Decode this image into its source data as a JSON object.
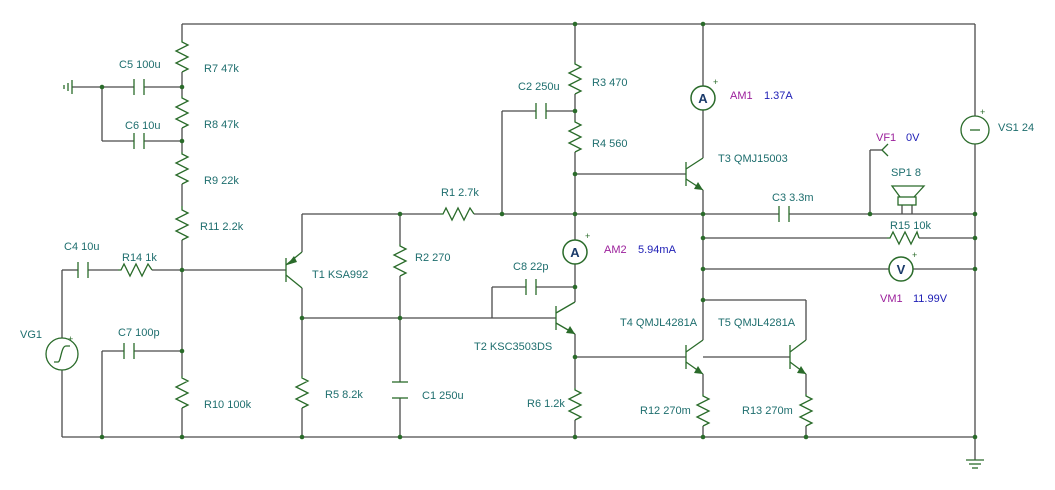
{
  "components": {
    "R7": "R7 47k",
    "R8": "R8 47k",
    "R9": "R9 22k",
    "R11": "R11 2.2k",
    "R10": "R10 100k",
    "R14": "R14 1k",
    "R1": "R1 2.7k",
    "R2": "R2 270",
    "R5": "R5 8.2k",
    "R3": "R3 470",
    "R4": "R4 560",
    "R6": "R6 1.2k",
    "R12": "R12 270m",
    "R13": "R13 270m",
    "R15": "R15 10k",
    "C5": "C5 100u",
    "C6": "C6 10u",
    "C4": "C4 10u",
    "C7": "C7 100p",
    "C2": "C2 250u",
    "C8": "C8 22p",
    "C1": "C1 250u",
    "C3": "C3 3.3m",
    "T1": "T1 KSA992",
    "T2": "T2 KSC3503DS",
    "T3": "T3 QMJ15003",
    "T4": "T4 QMJL4281A",
    "T5": "T5 QMJL4281A",
    "VG1": "VG1",
    "VS1": "VS1 24",
    "SP1": "SP1 8"
  },
  "meters": {
    "AM1": {
      "name": "AM1",
      "value": "1.37A",
      "symbol": "A"
    },
    "AM2": {
      "name": "AM2",
      "value": "5.94mA",
      "symbol": "A"
    },
    "VM1": {
      "name": "VM1",
      "value": "11.99V",
      "symbol": "V"
    },
    "VF1": {
      "name": "VF1",
      "value": "0V"
    }
  },
  "polarity": {
    "plus": "+"
  },
  "colors": {
    "wire": "#4a4a4a",
    "component": "#2a6b2a",
    "label": "#1e6e6e",
    "meter_name": "#9b1f9b",
    "meter_value": "#1d1db5"
  }
}
